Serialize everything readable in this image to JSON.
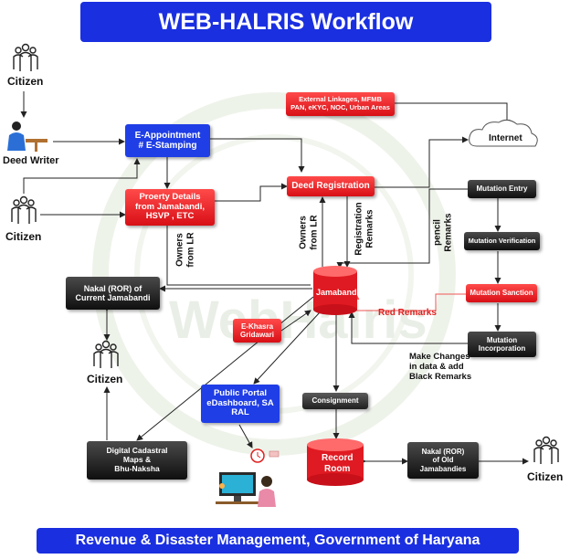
{
  "title": "WEB-HALRIS Workflow",
  "footer": "Revenue & Disaster Management, Government of Haryana",
  "watermark": "WebHalris",
  "actors": {
    "citizen_top": "Citizen",
    "deed_writer": "Deed Writer",
    "citizen_mid": "Citizen",
    "citizen_left": "Citizen",
    "citizen_right": "Citizen"
  },
  "boxes": {
    "e_appointment": "E-Appointment\n#    E-Stamping",
    "property_details": "Proerty Details\nfrom Jamabandi,\nHSVP , ETC",
    "deed_registration": "Deed Registration",
    "external_linkages": "External Linkages, MFMB\nPAN, eKYC, NOC, Urban Areas",
    "internet": "Internet",
    "mutation_entry": "Mutation Entry",
    "mutation_verification": "Mutation Verification",
    "mutation_sanction": "Mutation Sanction",
    "mutation_incorporation": "Mutation\nIncorporation",
    "jamabandi": "Jamabandi",
    "nakal_current": "Nakal (ROR) of\nCurrent Jamabandi",
    "e_khasra": "E-Khasra\nGridawari",
    "public_portal": "Public Portal\neDashboard, SA\nRAL",
    "consignment": "Consignment",
    "record_room": "Record\nRoom",
    "nakal_old": "Nakal (ROR)\nof Old\nJamabandies",
    "digital_cadastral": "Digital Cadastral\nMaps &\nBhu-Naksha"
  },
  "labels": {
    "owners_from_lr_left": "Owners\nfrom LR",
    "owners_from_lr_center": "Owners\nfrom LR",
    "registration_remarks": "Registration\nRemarks",
    "pencil_remarks": "pencil\nRemarks",
    "red_remarks": "Red Remarks",
    "make_changes": "Make Changes\nin data & add\nBlack Remarks"
  },
  "colors": {
    "banner_blue": "#1a2fe0",
    "box_red": "#e01a22",
    "box_black": "#141414",
    "red_remarks_text": "#e02020"
  }
}
